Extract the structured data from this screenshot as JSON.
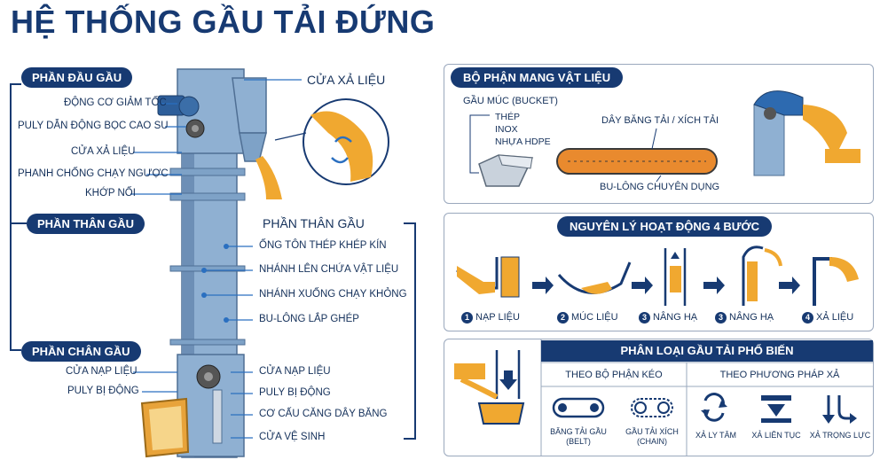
{
  "title": "HỆ THỐNG GẦU TẢI ĐỨNG",
  "sections": {
    "head": "PHẦN ĐẦU GẦU",
    "body": "PHẦN THÂN GẦU",
    "foot": "PHẦN CHÂN GẦU"
  },
  "head_labels": [
    "ĐỘNG CƠ GIẢM TỐC",
    "PULY DẪN ĐỘNG BỌC CAO SU",
    "CỬA XẢ LIỆU",
    "PHANH CHỐNG CHẠY NGƯỢC",
    "KHỚP NỐI"
  ],
  "discharge_label": "CỬA XẢ LIỆU",
  "body_labels": [
    "PHẦN THÂN GẦU",
    "ỐNG TÔN THÉP KHÉP KÍN",
    "NHÁNH LÊN CHỨA VẬT LIỆU",
    "NHÁNH XUỐNG CHẠY KHỎNG",
    "BU-LÔNG LẮP GHÉP"
  ],
  "foot_left_labels": [
    "CỬA NẠP LIỆU",
    "PULY BỊ ĐỘNG"
  ],
  "foot_right_labels": [
    "CỬA NẠP LIỆU",
    "PULY BỊ ĐỘNG",
    "CƠ CẤU CĂNG DÂY BĂNG",
    "CỬA VỆ SINH"
  ],
  "carrier": {
    "title": "BỘ PHẬN MANG VẬT LIỆU",
    "bucket": "GẦU MÚC (BUCKET)",
    "materials": [
      "THÉP",
      "INOX",
      "NHỰA HDPE"
    ],
    "belt": "DÂY BĂNG TẢI / XÍCH TẢI",
    "bolt": "BU-LÔNG CHUYÊN DỤNG"
  },
  "principle": {
    "title": "NGUYÊN LÝ HOẠT ĐỘNG 4 BƯỚC",
    "steps": [
      {
        "num": "1",
        "label": "NẠP LIỆU"
      },
      {
        "num": "2",
        "label": "MÚC LIỆU"
      },
      {
        "num": "3",
        "label": "NÂNG HẠ"
      },
      {
        "num": "3",
        "label": "NÂNG HẠ"
      },
      {
        "num": "4",
        "label": "XẢ LIỆU"
      }
    ]
  },
  "classification": {
    "title": "PHÂN LOẠI GẦU TẢI PHỔ BIẾN",
    "by_drive": "THEO BỘ PHẬN KÉO",
    "by_discharge": "THEO PHƯƠNG PHÁP XẢ",
    "drive_items": [
      {
        "line1": "BĂNG TẢI GẦU",
        "line2": "(BELT)"
      },
      {
        "line1": "GẦU TẢI XÍCH",
        "line2": "(CHAIN)"
      }
    ],
    "discharge_items": [
      "XẢ LY TÂM",
      "XẢ LIÊN TỤC",
      "XẢ TRỌNG LỰC"
    ]
  },
  "colors": {
    "navy": "#173a72",
    "steel": "#7d9dbf",
    "material": "#f0a830"
  }
}
